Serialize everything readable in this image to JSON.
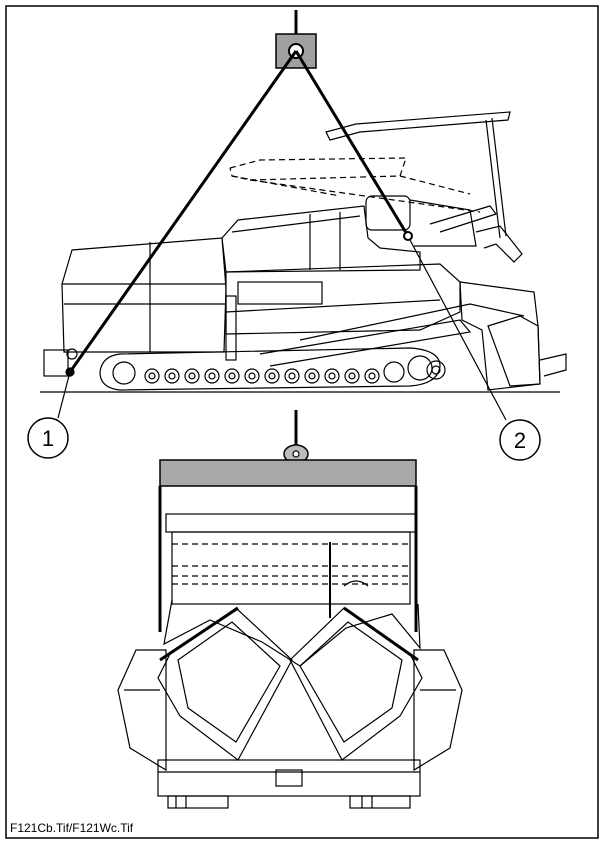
{
  "callouts": [
    {
      "id": "1",
      "label": "1"
    },
    {
      "id": "2",
      "label": "2"
    }
  ],
  "caption": "F121Cb.Tif/F121Wc.Tif",
  "colors": {
    "line": "#000000",
    "lifting-block": "#a0a0a0",
    "spreader-beam": "#a8a8a8",
    "background": "#ffffff"
  }
}
